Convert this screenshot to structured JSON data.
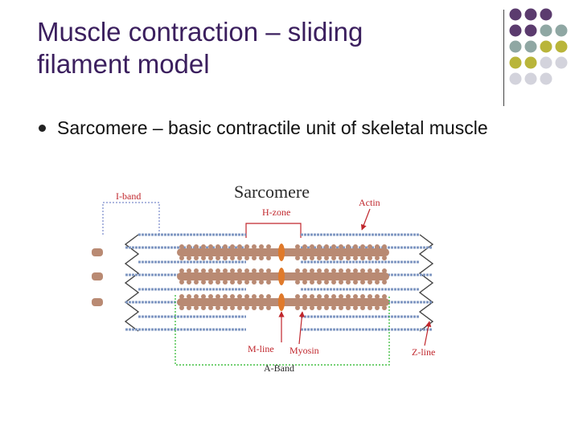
{
  "slide": {
    "title_line1": "Muscle contraction – sliding",
    "title_line2": "filament model",
    "bullet": "Sarcomere – basic contractile unit of skeletal muscle"
  },
  "figure": {
    "heading": "Sarcomere",
    "labels": {
      "i_band": "I-band",
      "h_zone": "H-zone",
      "actin": "Actin",
      "m_line": "M-line",
      "myosin": "Myosin",
      "z_line": "Z-line",
      "a_band": "A-Band"
    }
  },
  "colors": {
    "title": "#3b1f5e",
    "dot_purple": "#5b3b6e",
    "dot_teal": "#8fa7a3",
    "dot_olive": "#b9b53a",
    "dot_grey": "#d3d3dc",
    "myosin": "#b98a73",
    "actin": "#7f97c2",
    "a_band_box": "#46c046",
    "label_red": "#c0262c"
  }
}
